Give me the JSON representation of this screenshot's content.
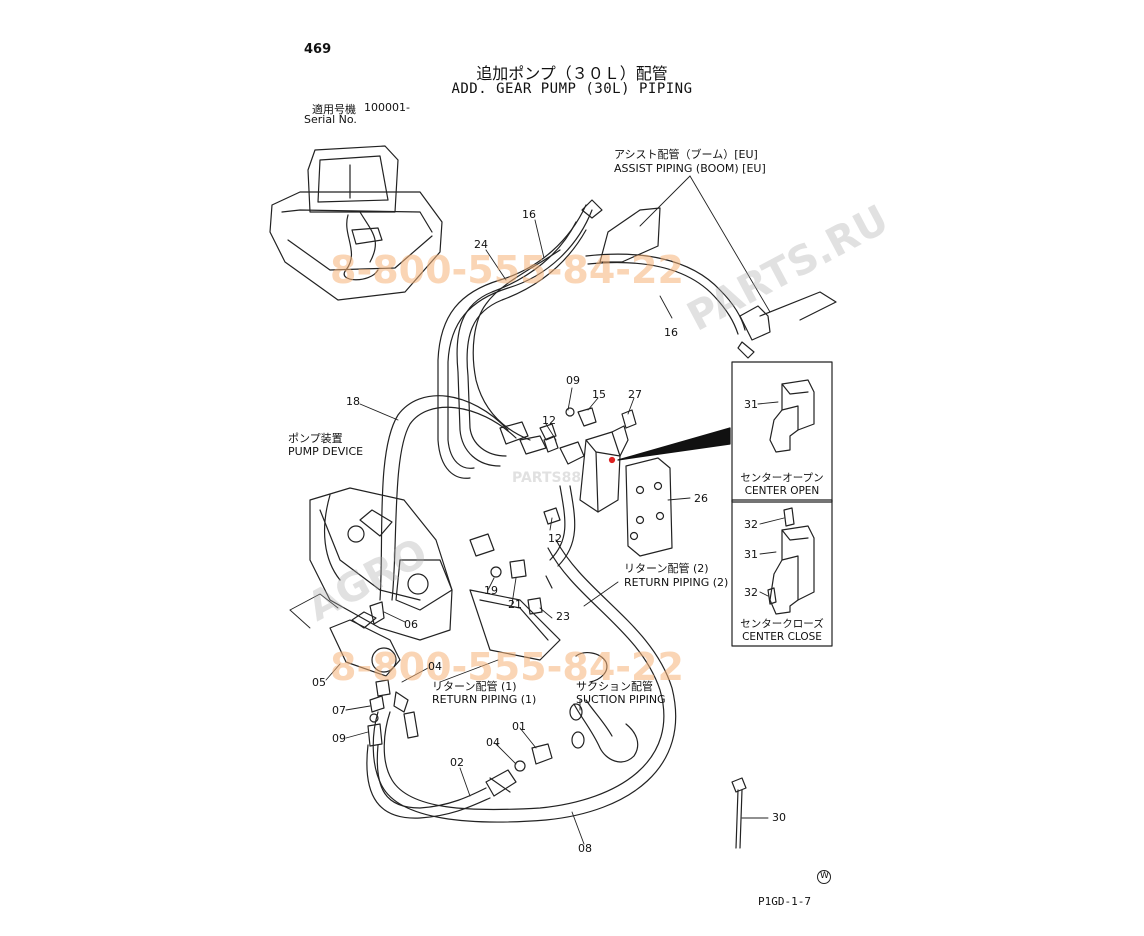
{
  "page_number": "469",
  "title_jp": "追加ポンプ（３０Ｌ）配管",
  "title_en": "ADD. GEAR PUMP (30L) PIPING",
  "serial": {
    "label_jp": "適用号機",
    "label_en": "Serial No.",
    "value": "100001-"
  },
  "labels": {
    "assist_jp": "アシスト配管（ブーム）[EU]",
    "assist_en": "ASSIST PIPING (BOOM) [EU]",
    "pump_jp": "ポンプ装置",
    "pump_en": "PUMP DEVICE",
    "return2_jp": "リターン配管 (2)",
    "return2_en": "RETURN PIPING (2)",
    "return1_jp": "リターン配管 (1)",
    "return1_en": "RETURN PIPING (1)",
    "suction_jp": "サクション配管",
    "suction_en": "SUCTION PIPING"
  },
  "panels": {
    "center_open_jp": "センターオープン",
    "center_open_en": "CENTER OPEN",
    "center_close_jp": "センタークローズ",
    "center_close_en": "CENTER CLOSE"
  },
  "part_numbers": {
    "p16a": "16",
    "p24": "24",
    "p16b": "16",
    "p09a": "09",
    "p15": "15",
    "p27": "27",
    "p12a": "12",
    "p18": "18",
    "p12b": "12",
    "p26": "26",
    "p31a": "31",
    "p32a": "32",
    "p31b": "31",
    "p32b": "32",
    "p06": "06",
    "p05": "05",
    "p04a": "04",
    "p07": "07",
    "p09b": "09",
    "p19": "19",
    "p21": "21",
    "p23": "23",
    "p01": "01",
    "p04b": "04",
    "p02": "02",
    "p08": "08",
    "p30": "30"
  },
  "watermarks": {
    "phone": "8-800-555-84-22",
    "site": "PARTS.RU",
    "brand": "AGRO",
    "brand2": "PARTS88"
  },
  "footer": {
    "symbol": "W",
    "code": "P1GD-1-7"
  }
}
